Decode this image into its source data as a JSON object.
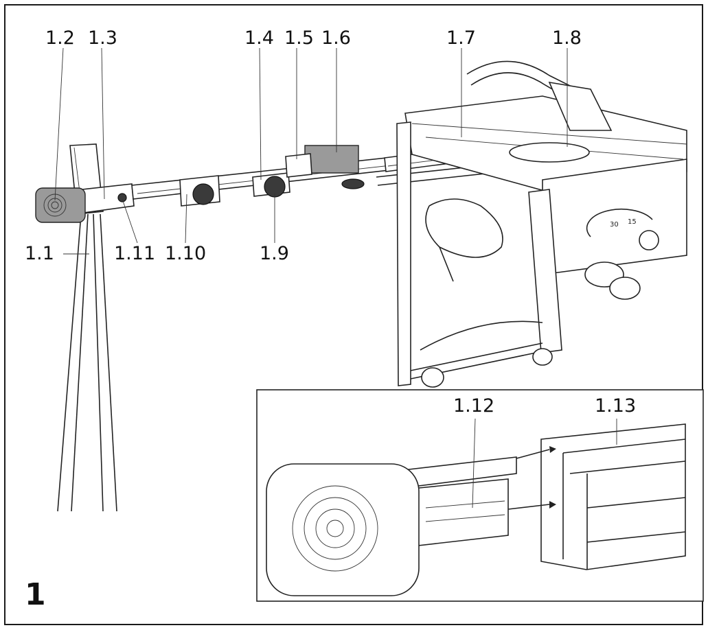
{
  "figure": {
    "number": "1",
    "labels": {
      "l1_1": "1.1",
      "l1_2": "1.2",
      "l1_3": "1.3",
      "l1_4": "1.4",
      "l1_5": "1.5",
      "l1_6": "1.6",
      "l1_7": "1.7",
      "l1_8": "1.8",
      "l1_9": "1.9",
      "l1_10": "1.10",
      "l1_11": "1.11",
      "l1_12": "1.12",
      "l1_13": "1.13"
    },
    "scale_marks": [
      "30",
      "15"
    ],
    "colors": {
      "line": "#222222",
      "grey_part": "#9a9a9a",
      "knob": "#3a3a3a"
    }
  }
}
